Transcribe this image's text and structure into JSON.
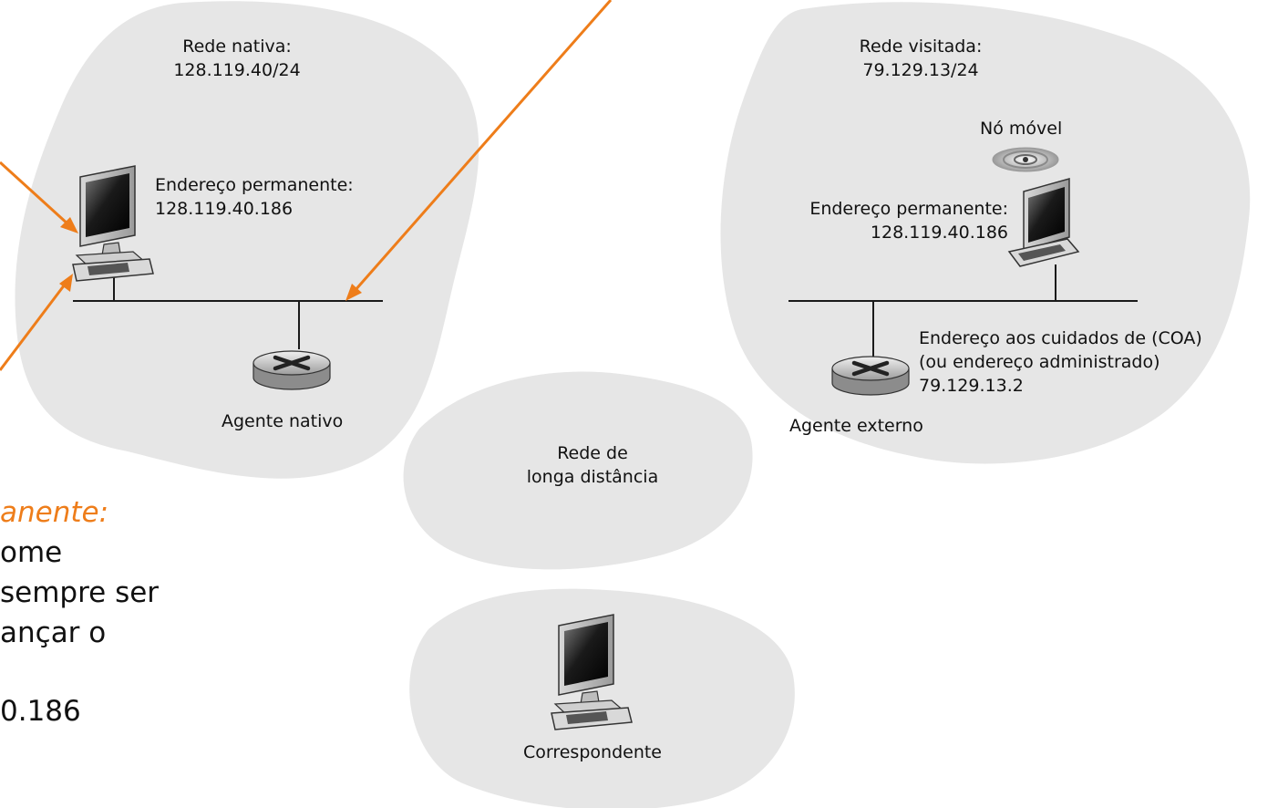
{
  "colors": {
    "cloud": "#e6e6e6",
    "arrow": "#ee7d1a",
    "line": "#1a1a1a"
  },
  "icons": [
    "router-icon",
    "desktop-computer-icon",
    "laptop-icon",
    "wireless-signal-icon"
  ],
  "home_network": {
    "title_line1": "Rede nativa:",
    "title_line2": "128.119.40/24",
    "host_label_line1": "Endereço permanente:",
    "host_label_line2": "128.119.40.186",
    "agent_label": "Agente nativo"
  },
  "visited_network": {
    "title_line1": "Rede visitada:",
    "title_line2": "79.129.13/24",
    "mobile_node_label": "Nó móvel",
    "host_label_line1": "Endereço permanente:",
    "host_label_line2": "128.119.40.186",
    "coa_line1": "Endereço aos cuidados de (COA)",
    "coa_line2": "(ou endereço administrado)",
    "coa_line3": "79.129.13.2",
    "agent_label": "Agente externo"
  },
  "wan": {
    "label_line1": "Rede de",
    "label_line2": "longa distância"
  },
  "correspondent": {
    "label": "Correspondente"
  },
  "side_text": {
    "line1": "anente:",
    "line2": "ome",
    "line3": "sempre ser",
    "line4": "ançar o",
    "line5": "0.186"
  }
}
